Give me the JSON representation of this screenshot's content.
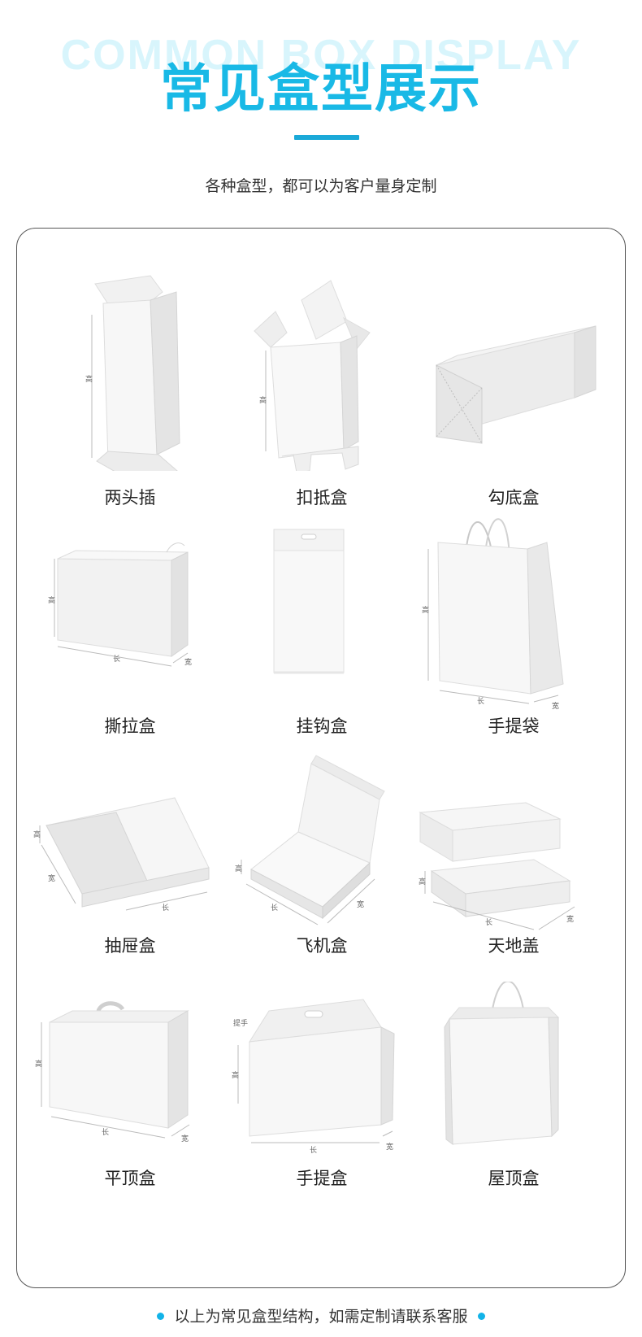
{
  "header": {
    "background_title": "COMMON BOX DISPLAY",
    "title": "常见盒型展示",
    "subtitle": "各种盒型，都可以为客户量身定制"
  },
  "dimension_labels": {
    "height": "高",
    "length": "长",
    "width": "宽",
    "handle": "提手"
  },
  "boxes": [
    {
      "label": "两头插",
      "icon": "tuck-end-box-icon"
    },
    {
      "label": "扣抵盒",
      "icon": "lock-bottom-box-icon"
    },
    {
      "label": "勾底盒",
      "icon": "crash-lock-bottom-box-icon"
    },
    {
      "label": "撕拉盒",
      "icon": "tear-strip-box-icon"
    },
    {
      "label": "挂钩盒",
      "icon": "hang-tab-box-icon"
    },
    {
      "label": "手提袋",
      "icon": "paper-bag-icon"
    },
    {
      "label": "抽屉盒",
      "icon": "drawer-box-icon"
    },
    {
      "label": "飞机盒",
      "icon": "mailer-box-icon"
    },
    {
      "label": "天地盖",
      "icon": "lid-and-base-box-icon"
    },
    {
      "label": "平顶盒",
      "icon": "flat-top-handle-box-icon"
    },
    {
      "label": "手提盒",
      "icon": "gable-handle-box-icon"
    },
    {
      "label": "屋顶盒",
      "icon": "roof-top-box-icon"
    }
  ],
  "footer": {
    "text": "以上为常见盒型结构，如需定制请联系客服"
  },
  "colors": {
    "accent": "#19b9e6",
    "accent_bar": "#1aa9d8",
    "panel_border": "#555555",
    "dot": "#12b3e8"
  }
}
